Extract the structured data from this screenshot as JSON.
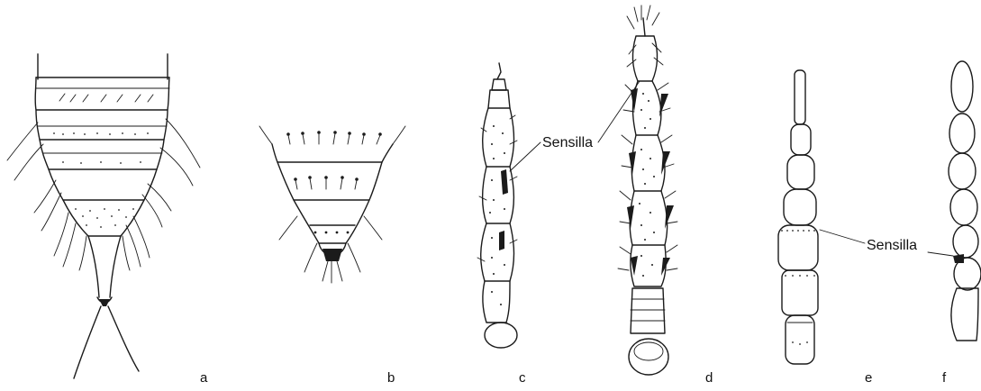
{
  "figure": {
    "panels": [
      {
        "letter": "a"
      },
      {
        "letter": "b"
      },
      {
        "letter": "c"
      },
      {
        "letter": "d"
      },
      {
        "letter": "e"
      },
      {
        "letter": "f"
      }
    ],
    "annotations": [
      {
        "text": "Sensilla"
      },
      {
        "text": "Sensilla"
      }
    ]
  }
}
